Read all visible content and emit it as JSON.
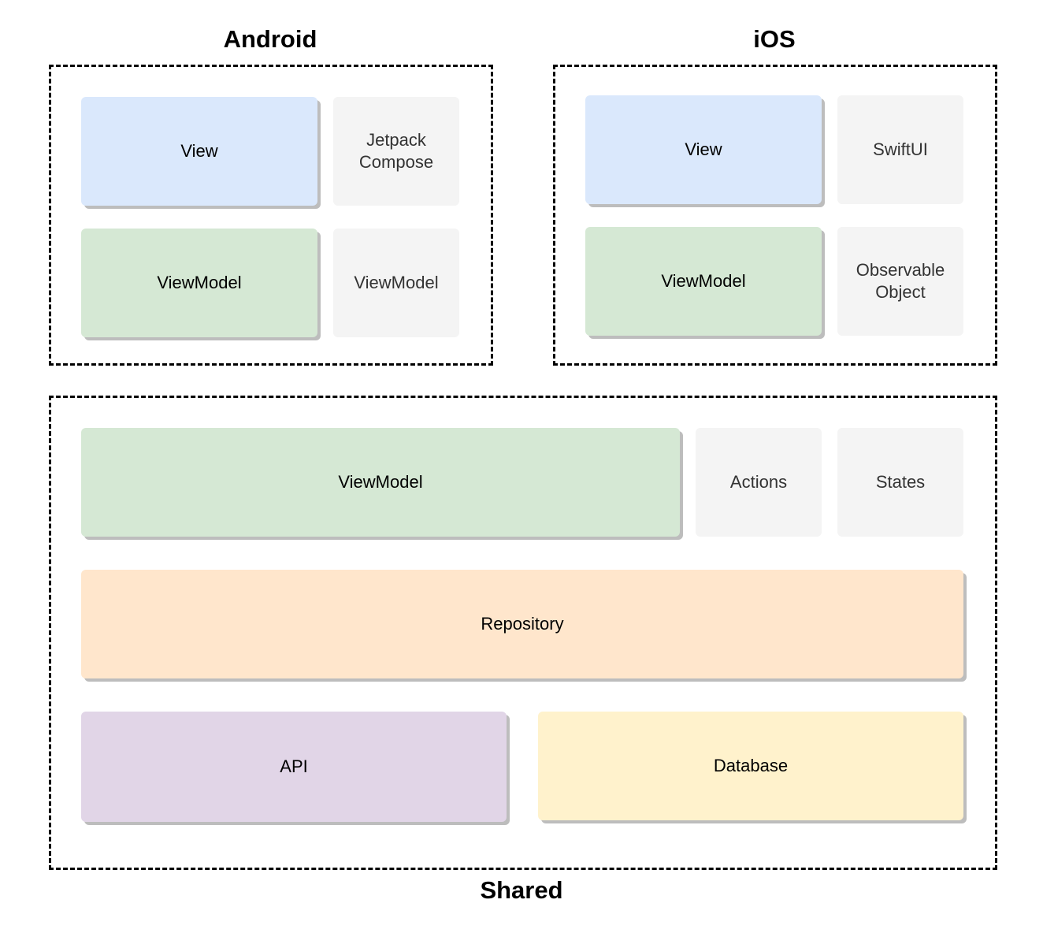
{
  "android": {
    "title": "Android",
    "view": "View",
    "view_impl": "Jetpack\nCompose",
    "viewmodel": "ViewModel",
    "viewmodel_impl": "ViewModel"
  },
  "ios": {
    "title": "iOS",
    "view": "View",
    "view_impl": "SwiftUI",
    "viewmodel": "ViewModel",
    "viewmodel_impl": "Observable\nObject"
  },
  "shared": {
    "title": "Shared",
    "viewmodel": "ViewModel",
    "actions": "Actions",
    "states": "States",
    "repository": "Repository",
    "api": "API",
    "database": "Database"
  },
  "colors": {
    "view": "#dae8fc",
    "viewmodel": "#d5e8d4",
    "repository": "#ffe6cc",
    "api": "#e1d5e7",
    "database": "#fff2cc",
    "impl": "#f4f4f4"
  }
}
